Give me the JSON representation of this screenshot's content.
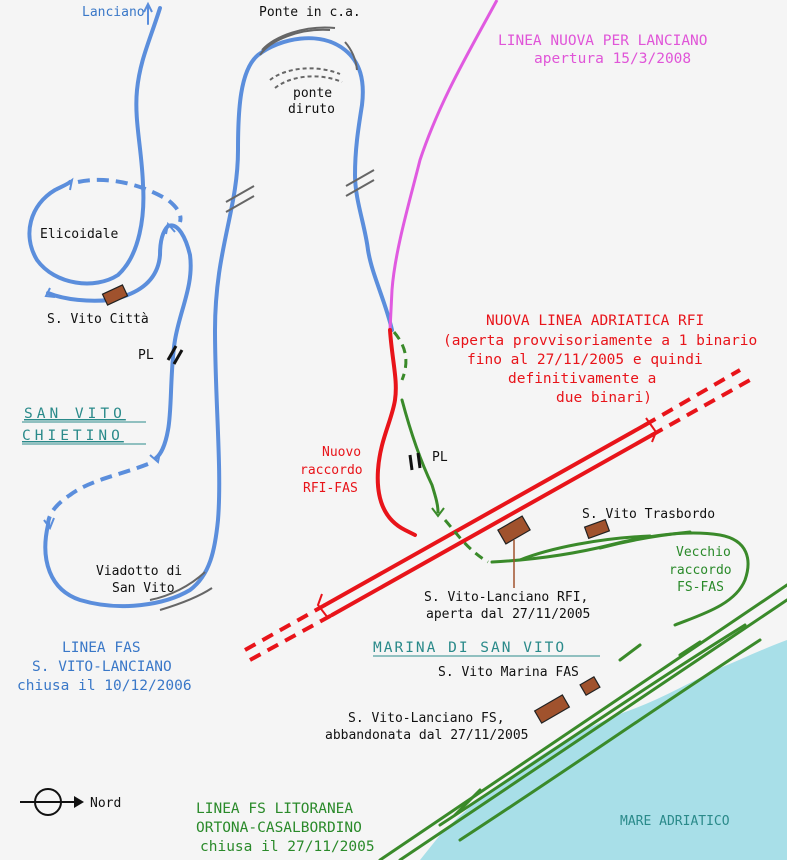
{
  "colors": {
    "fas_line": "#5b8edc",
    "new_lanciano": "#e05ae0",
    "adriatica_rfi": "#e8141a",
    "fs_litoranea": "#3a8a2a",
    "sea": "#a8dfe8",
    "station": "#a0522d"
  },
  "labels": {
    "lanciano": "Lanciano",
    "ponte_ca": "Ponte in c.a.",
    "ponte_diruto": [
      "ponte",
      "diruto"
    ],
    "elicoidale": "Elicoidale",
    "s_vito_citta": "S. Vito Città",
    "pl_1": "PL",
    "pl_2": "PL",
    "viadotto": [
      "Viadotto di",
      "San Vito"
    ],
    "nuovo_raccordo": [
      "Nuovo",
      "raccordo",
      "RFI-FAS"
    ],
    "s_vito_trasbordo": "S. Vito Trasbordo",
    "vecchio_raccordo": [
      "Vecchio",
      "raccordo",
      "FS-FAS"
    ],
    "s_vito_lanciano_rfi": [
      "S. Vito-Lanciano RFI,",
      "aperta dal 27/11/2005"
    ],
    "s_vito_marina_fas": "S. Vito Marina FAS",
    "s_vito_lanciano_fs": [
      "S. Vito-Lanciano FS,",
      "abbandonata dal 27/11/2005"
    ],
    "nord": "Nord",
    "mare": "MARE ADRIATICO"
  },
  "headings": {
    "linea_nuova": [
      "LINEA NUOVA PER LANCIANO",
      "apertura 15/3/2008"
    ],
    "nuova_adriatica": [
      "NUOVA LINEA ADRIATICA RFI",
      "(aperta provvisoriamente a 1 binario",
      "fino al 27/11/2005 e quindi",
      "definitivamente a",
      "due binari)"
    ],
    "san_vito_chietino": [
      "SAN VITO",
      "CHIETINO"
    ],
    "linea_fas": [
      "LINEA FAS",
      "S. VITO-LANCIANO",
      "chiusa il 10/12/2006"
    ],
    "marina": "MARINA DI SAN VITO",
    "linea_fs": [
      "LINEA FS LITORANEA",
      "ORTONA-CASALBORDINO",
      "chiusa il 27/11/2005"
    ]
  }
}
